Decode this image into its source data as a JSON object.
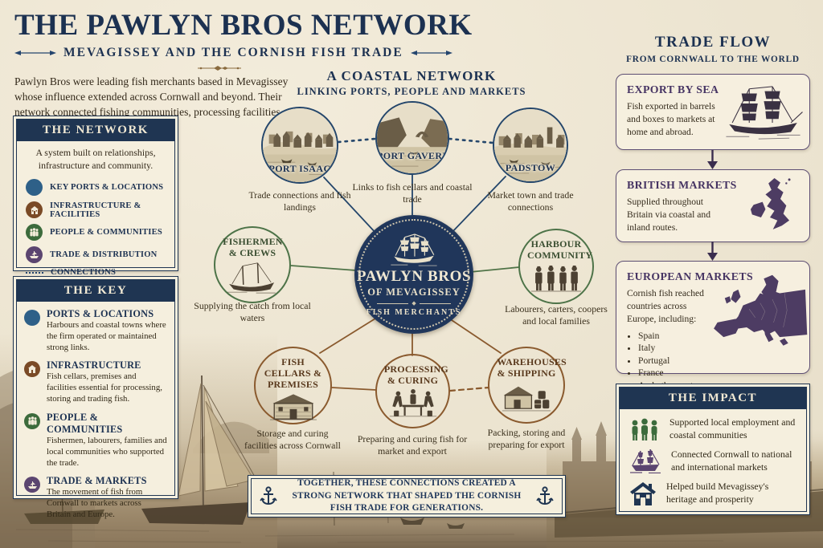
{
  "header": {
    "title": "THE PAWLYN BROS NETWORK",
    "subtitle": "MEVAGISSEY AND THE CORNISH FISH TRADE",
    "intro": "Pawlyn Bros were leading fish merchants based in Mevagissey whose influence extended across Cornwall and beyond. Their network connected fishing communities, processing facilities and markets in Britain and Europe."
  },
  "network_panel": {
    "title": "THE NETWORK",
    "description": "A system built on relationships, infrastructure and community.",
    "legend": [
      {
        "icon": "port-circle-icon",
        "color": "#2e6088",
        "label": "KEY PORTS & LOCATIONS"
      },
      {
        "icon": "building-icon",
        "color": "#7a4a26",
        "label": "INFRASTRUCTURE & FACILITIES"
      },
      {
        "icon": "people-icon",
        "color": "#3c6b3c",
        "label": "PEOPLE & COMMUNITIES"
      },
      {
        "icon": "ship-icon",
        "color": "#5b4570",
        "label": "TRADE & DISTRIBUTION"
      },
      {
        "icon": "dotted-line-icon",
        "color": "#24456e",
        "label": "CONNECTIONS"
      }
    ]
  },
  "key_panel": {
    "title": "THE KEY",
    "items": [
      {
        "heading": "PORTS & LOCATIONS",
        "text": "Harbours and coastal towns where the firm operated or maintained strong links."
      },
      {
        "heading": "INFRASTRUCTURE",
        "text": "Fish cellars, premises and facilities essential for processing, storing and trading fish."
      },
      {
        "heading": "PEOPLE & COMMUNITIES",
        "text": "Fishermen, labourers, families and local communities who supported the trade."
      },
      {
        "heading": "TRADE & MARKETS",
        "text": "The movement of fish from Cornwall to markets across Britain and Europe."
      }
    ]
  },
  "diagram": {
    "title": "A COASTAL NETWORK",
    "subtitle": "LINKING PORTS, PEOPLE AND MARKETS",
    "hub": {
      "name": "PAWLYN BROS",
      "location": "OF MEVAGISSEY",
      "role": "FISH MERCHANTS"
    },
    "nodes": [
      {
        "label": "PORT ISAAC",
        "caption": "Trade connections and fish landings"
      },
      {
        "label": "PORT GAVERNE",
        "caption": "Links to fish cellars and coastal trade"
      },
      {
        "label": "PADSTOW",
        "caption": "Market town and trade connections"
      },
      {
        "label": "FISHERMEN & CREWS",
        "caption": "Supplying the catch from local waters"
      },
      {
        "label": "HARBOUR COMMUNITY",
        "caption": "Labourers, carters, coopers and local families"
      },
      {
        "label": "FISH CELLARS & PREMISES",
        "caption": "Storage and curing facilities across Cornwall"
      },
      {
        "label": "PROCESSING & CURING",
        "caption": "Preparing and curing fish for market and export"
      },
      {
        "label": "WAREHOUSES & SHIPPING",
        "caption": "Packing, storing and preparing for export"
      }
    ],
    "banner": "TOGETHER, THESE CONNECTIONS CREATED A STRONG NETWORK THAT SHAPED THE CORNISH FISH TRADE FOR GENERATIONS."
  },
  "trade_flow": {
    "title": "TRADE FLOW",
    "subtitle": "FROM CORNWALL TO THE WORLD",
    "steps": [
      {
        "heading": "EXPORT BY SEA",
        "text": "Fish exported in barrels and boxes to markets at home and abroad."
      },
      {
        "heading": "BRITISH MARKETS",
        "text": "Supplied throughout Britain via coastal and inland routes."
      },
      {
        "heading": "EUROPEAN MARKETS",
        "text": "Cornish fish reached countries across Europe, including:",
        "bullets": [
          "Spain",
          "Italy",
          "Portugal",
          "France",
          "And other ports"
        ]
      }
    ]
  },
  "impact_panel": {
    "title": "THE IMPACT",
    "items": [
      {
        "icon": "people-icon",
        "text": "Supported local employment and coastal communities"
      },
      {
        "icon": "ship-icon",
        "text": "Connected Cornwall to national and international markets"
      },
      {
        "icon": "house-icon",
        "text": "Helped build Mevagissey's heritage and prosperity"
      }
    ]
  }
}
